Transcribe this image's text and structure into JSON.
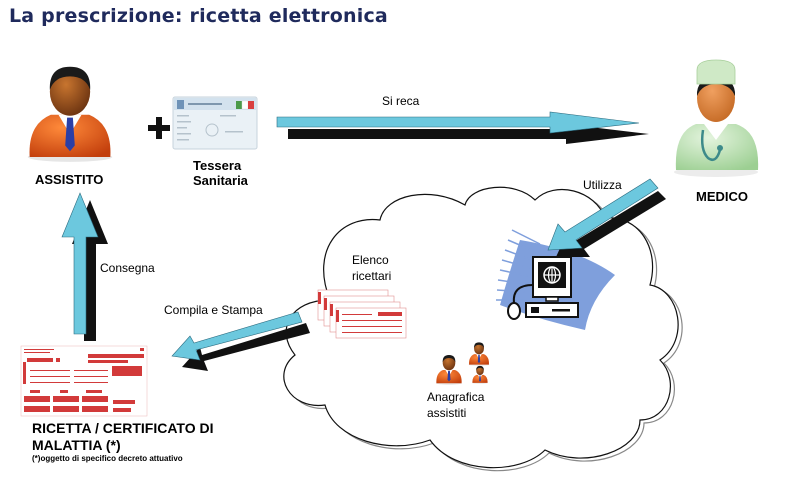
{
  "title": "La prescrizione: ricetta elettronica",
  "nodes": {
    "assistito": {
      "label": "ASSISTITO",
      "icon": "patient-person-icon"
    },
    "plus": {
      "symbol": "+"
    },
    "tessera": {
      "label_line1": "Tessera",
      "label_line2": "Sanitaria",
      "icon": "health-card-icon"
    },
    "medico": {
      "label": "MEDICO",
      "icon": "doctor-icon"
    },
    "elenco": {
      "label_line1": "Elenco",
      "label_line2": "ricettari",
      "icon": "prescription-pads-icon"
    },
    "computer": {
      "icon": "computer-terminal-icon"
    },
    "anagrafica": {
      "label_line1": "Anagrafica",
      "label_line2": "assistiti",
      "icon": "patients-group-icon"
    },
    "ricetta": {
      "label_line1": "RICETTA / CERTIFICATO DI",
      "label_line2": "MALATTIA (*)",
      "note": "(*)oggetto di specifico decreto attuativo",
      "icon": "prescription-form-icon"
    }
  },
  "arrows": {
    "si_reca": "Si reca",
    "utilizza": "Utilizza",
    "consegna": "Consegna",
    "compila_stampa": "Compila e Stampa"
  },
  "colors": {
    "title": "#1f2a5c",
    "arrow_fill": "#6cc8de",
    "arrow_shadow": "#111111",
    "person_orange": "#e0561a",
    "doctor_green": "#b7dcae",
    "form_red": "#d23a3a",
    "computer_blue": "#7f9fdc"
  }
}
